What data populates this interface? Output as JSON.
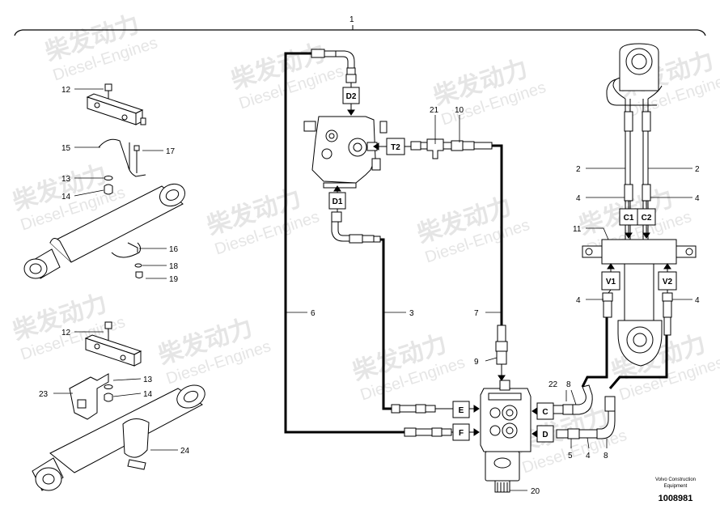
{
  "watermark": {
    "brand_cn": "柴发动力",
    "brand_en": "Diesel-Engines"
  },
  "assembly_ref": "1",
  "callouts": {
    "n12a": "12",
    "n15": "15",
    "n17": "17",
    "n13a": "13",
    "n14a": "14",
    "n16": "16",
    "n18": "18",
    "n19": "19",
    "n12b": "12",
    "n13b": "13",
    "n23": "23",
    "n14b": "14",
    "n24": "24",
    "n6": "6",
    "n3": "3",
    "n7": "7",
    "n9": "9",
    "n21": "21",
    "n10": "10",
    "n20": "20",
    "n22": "22",
    "n8a": "8",
    "n5": "5",
    "n4c": "4",
    "n8b": "8",
    "n2a": "2",
    "n2b": "2",
    "n4a": "4",
    "n4b": "4",
    "n11": "11",
    "n4d": "4",
    "n4e": "4"
  },
  "port_labels": {
    "D2": "D2",
    "D1": "D1",
    "T2": "T2",
    "C1": "C1",
    "C2": "C2",
    "V1": "V1",
    "V2": "V2",
    "E": "E",
    "F": "F",
    "C": "C",
    "D": "D"
  },
  "footer": {
    "brand_line1": "Volvo Construction",
    "brand_line2": "Equipment",
    "doc_number": "1008981"
  }
}
